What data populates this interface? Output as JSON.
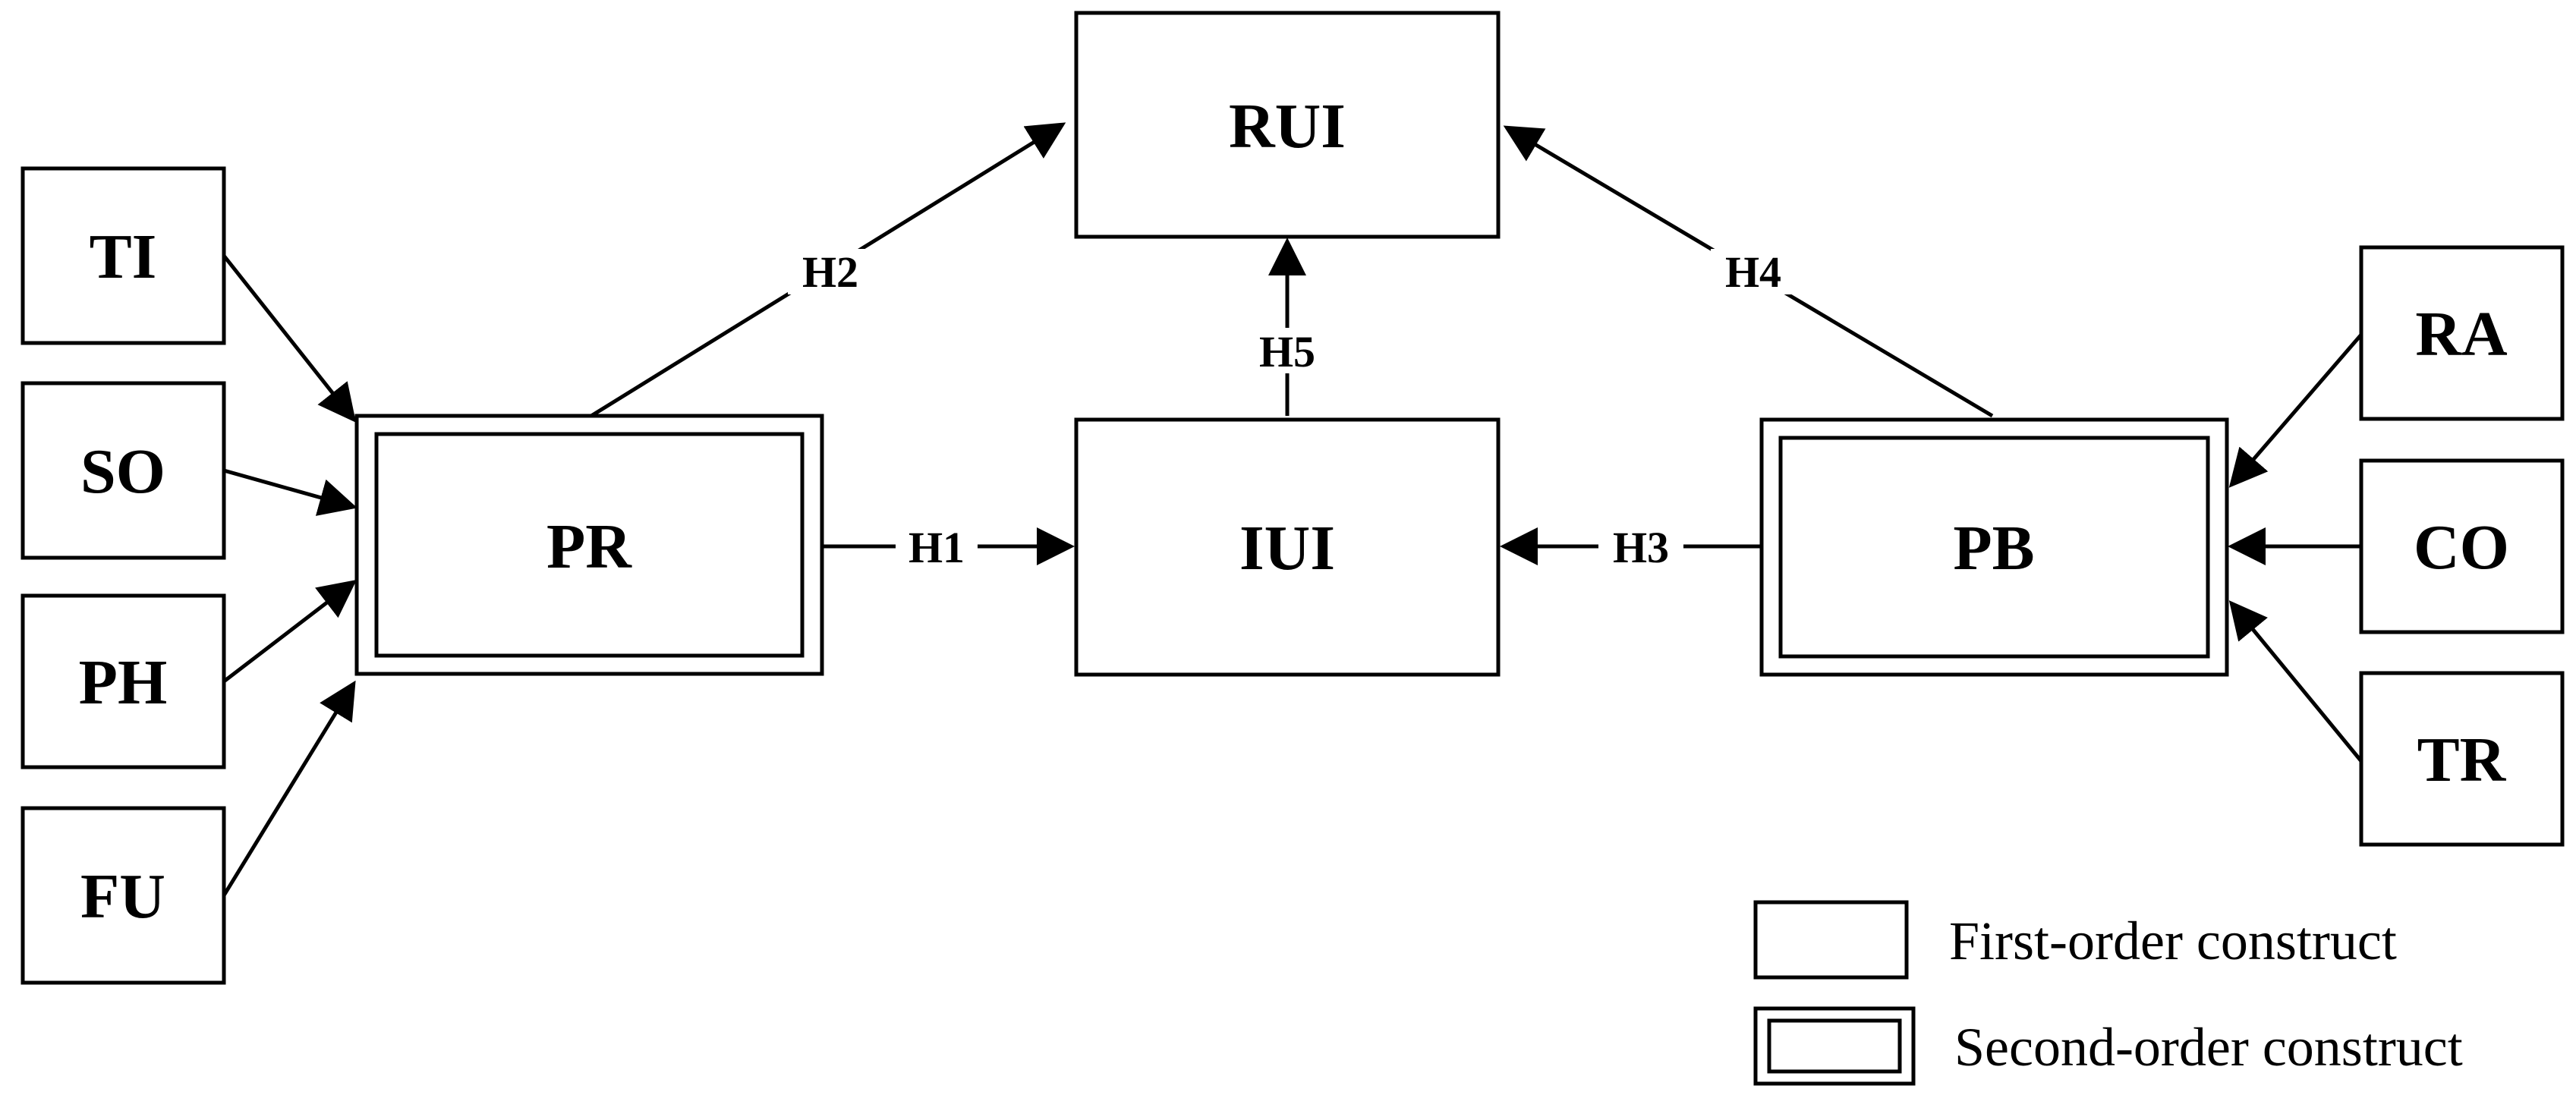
{
  "nodes": {
    "ti": "TI",
    "so": "SO",
    "ph": "PH",
    "fu": "FU",
    "pr": "PR",
    "rui": "RUI",
    "iui": "IUI",
    "pb": "PB",
    "ra": "RA",
    "co": "CO",
    "tr": "TR"
  },
  "hypotheses": {
    "h1": "H1",
    "h2": "H2",
    "h3": "H3",
    "h4": "H4",
    "h5": "H5"
  },
  "legend": {
    "first_order": "First-order construct",
    "second_order": "Second-order construct"
  }
}
